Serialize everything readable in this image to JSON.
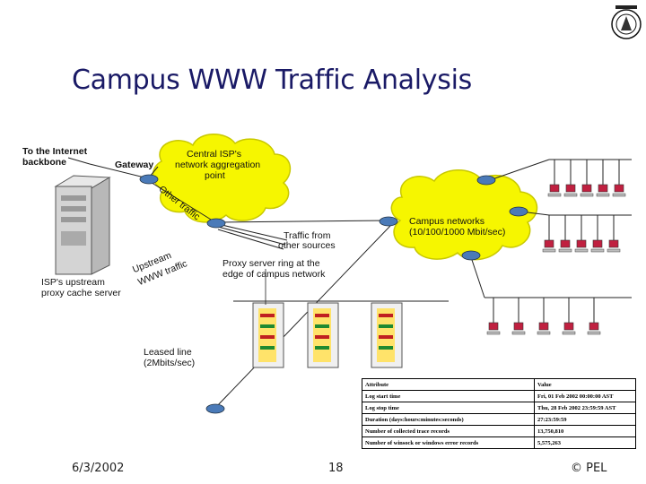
{
  "title": "Campus WWW Traffic Analysis",
  "labels": {
    "to_internet_1": "To the Internet",
    "to_internet_2": "backbone",
    "gateway": "Gateway",
    "central_isp_1": "Central ISP's",
    "central_isp_2": "network aggregation",
    "central_isp_3": "point",
    "other_traffic": "Other traffic",
    "campus_networks_1": "Campus networks",
    "campus_networks_2": "(10/100/1000 Mbit/sec)",
    "traffic_from_1": "Traffic from",
    "traffic_from_2": "other sources",
    "upstream_1": "Upstream",
    "upstream_2": "WWW traffic",
    "isp_proxy_1": "ISP's upstream",
    "isp_proxy_2": "proxy cache server",
    "proxy_ring_1": "Proxy server ring at the",
    "proxy_ring_2": "edge of campus network",
    "leased_line_1": "Leased line",
    "leased_line_2": "(2Mbits/sec)"
  },
  "table": {
    "header": [
      "Attribute",
      "Value"
    ],
    "rows": [
      [
        "Log start time",
        "Fri, 01 Feb 2002 00:00:00 AST"
      ],
      [
        "Log stop time",
        "Thu, 28 Feb 2002 23:59:59 AST"
      ],
      [
        "Duration (days:hours:minutes:seconds)",
        "27:23:59:59"
      ],
      [
        "Number of collected trace records",
        "13,750,810"
      ],
      [
        "Number of winsock or windows error records",
        "5,575,263"
      ]
    ]
  },
  "footer": {
    "date": "6/3/2002",
    "page": "18",
    "copyright": "© PEL"
  },
  "colors": {
    "title": "#1a1a66",
    "cloud": "#f6f600",
    "cloud_stroke": "#c8c800",
    "router": "#4a7ab8",
    "monitor": "#c02040"
  },
  "icons": [
    "university-seal-icon",
    "server-tower-icon",
    "router-icon",
    "proxy-server-icon",
    "computer-icon"
  ]
}
